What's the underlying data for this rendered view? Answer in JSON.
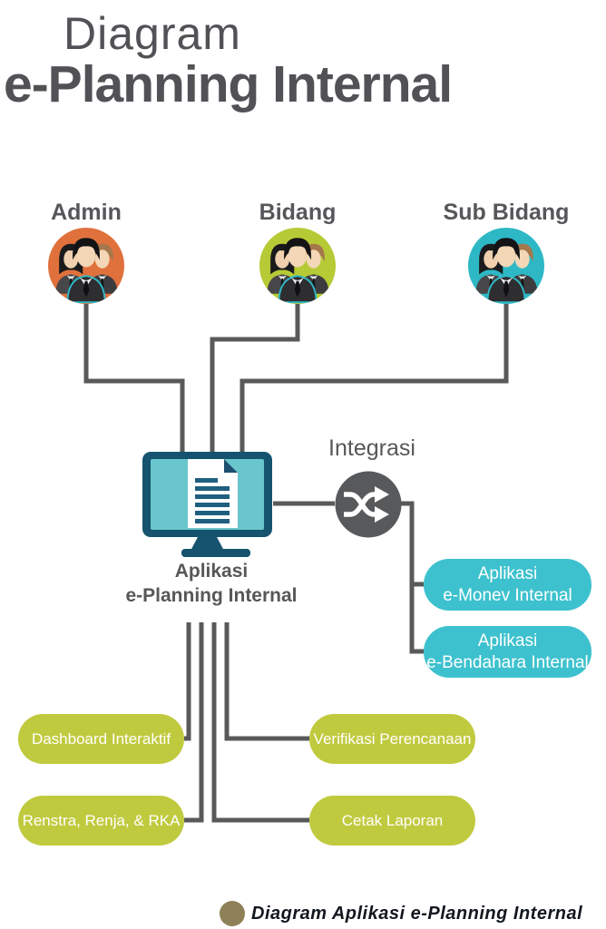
{
  "title": {
    "line1": "Diagram",
    "line2": "e-Planning Internal",
    "color": "#515156"
  },
  "actors": [
    {
      "label": "Admin",
      "color": "#E0713C",
      "icon": "user-group-icon"
    },
    {
      "label": "Bidang",
      "color": "#B6CA35",
      "icon": "user-group-icon"
    },
    {
      "label": "Sub Bidang",
      "color": "#2EB8C6",
      "icon": "user-group-icon"
    }
  ],
  "app": {
    "label_line1": "Aplikasi",
    "label_line2": "e-Planning Internal",
    "icon": "monitor-document-icon",
    "monitor_bezel_color": "#15536F",
    "monitor_screen_color": "#69C6CC",
    "document_line_color": "#1F5F80"
  },
  "integration": {
    "label": "Integrasi",
    "icon": "shuffle-icon",
    "circle_color": "#58595B"
  },
  "integrated_apps": [
    {
      "line1": "Aplikasi",
      "line2": "e-Monev Internal"
    },
    {
      "line1": "Aplikasi",
      "line2": "e-Bendahara Internal"
    }
  ],
  "integrated_app_color": "#3DC1CE",
  "features": [
    {
      "label": "Dashboard Interaktif"
    },
    {
      "label": "Verifikasi Perencanaan"
    },
    {
      "label": "Renstra, Renja, & RKA"
    },
    {
      "label": "Cetak Laporan"
    }
  ],
  "feature_color": "#C0CA3E",
  "connector_color": "#58595B",
  "caption": {
    "text": "Diagram Aplikasi e-Planning Internal",
    "bullet_color": "#8F8157",
    "text_color": "#13181F"
  }
}
